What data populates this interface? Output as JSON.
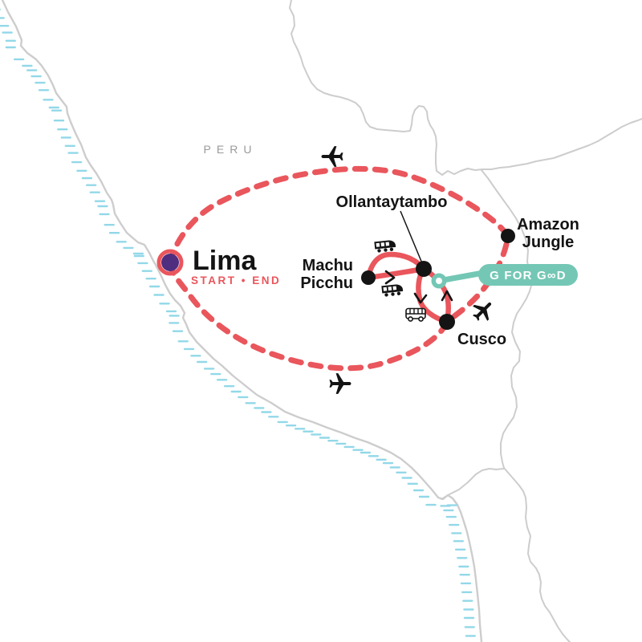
{
  "map": {
    "country_label": "PERU",
    "lima": {
      "name": "Lima",
      "subtitle": "START • END"
    },
    "cities": {
      "ollantaytambo": "Ollantaytambo",
      "machu_picchu_line1": "Machu",
      "machu_picchu_line2": "Picchu",
      "amazon_jungle_line1": "Amazon",
      "amazon_jungle_line2": "Jungle",
      "cusco": "Cusco"
    },
    "badge": {
      "label": "G FOR GOOD",
      "display": "G FOR G∞D"
    },
    "transport_icons": [
      "airplane",
      "train",
      "bus"
    ],
    "colors": {
      "route": "#e9565c",
      "marker": "#4f2d7f",
      "teal": "#74c7b5",
      "border": "#cdcdcd",
      "coast_hatch": "#92d8e8",
      "label": "#141414",
      "country": "#9b9b9b"
    }
  }
}
